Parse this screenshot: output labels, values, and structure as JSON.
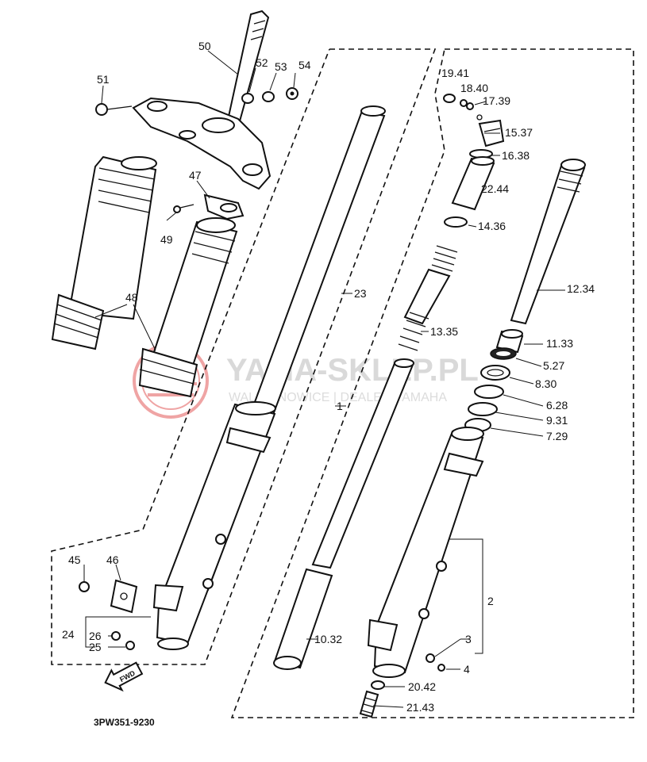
{
  "diagram": {
    "code": "3PW351-9230",
    "fwd_label": "FWD",
    "watermark": {
      "title": "YAMA-SKLEP.PL",
      "subtitle": "WALICHNOWICE | DEALER YAMAHA"
    },
    "colors": {
      "line": "#111111",
      "watermark_logo": "#e35a5a",
      "watermark_text": "#d9d9d9"
    },
    "labels": {
      "p50": "50",
      "p51": "51",
      "p52": "52",
      "p53": "53",
      "p54": "54",
      "p47": "47",
      "p49": "49",
      "p48": "48",
      "p23": "23",
      "p1": "1",
      "p10_32": "10.32",
      "p45": "45",
      "p46": "46",
      "p24": "24",
      "p26": "26",
      "p25": "25",
      "p19_41": "19.41",
      "p18_40": "18.40",
      "p17_39": "17.39",
      "p15_37": "15.37",
      "p16_38": "16.38",
      "p22_44": "22.44",
      "p14_36": "14.36",
      "p13_35": "13.35",
      "p12_34": "12.34",
      "p11_33": "11.33",
      "p5_27": "5.27",
      "p8_30": "8.30",
      "p6_28": "6.28",
      "p9_31": "9.31",
      "p7_29": "7.29",
      "p2": "2",
      "p3": "3",
      "p4": "4",
      "p20_42": "20.42",
      "p21_43": "21.43"
    }
  }
}
